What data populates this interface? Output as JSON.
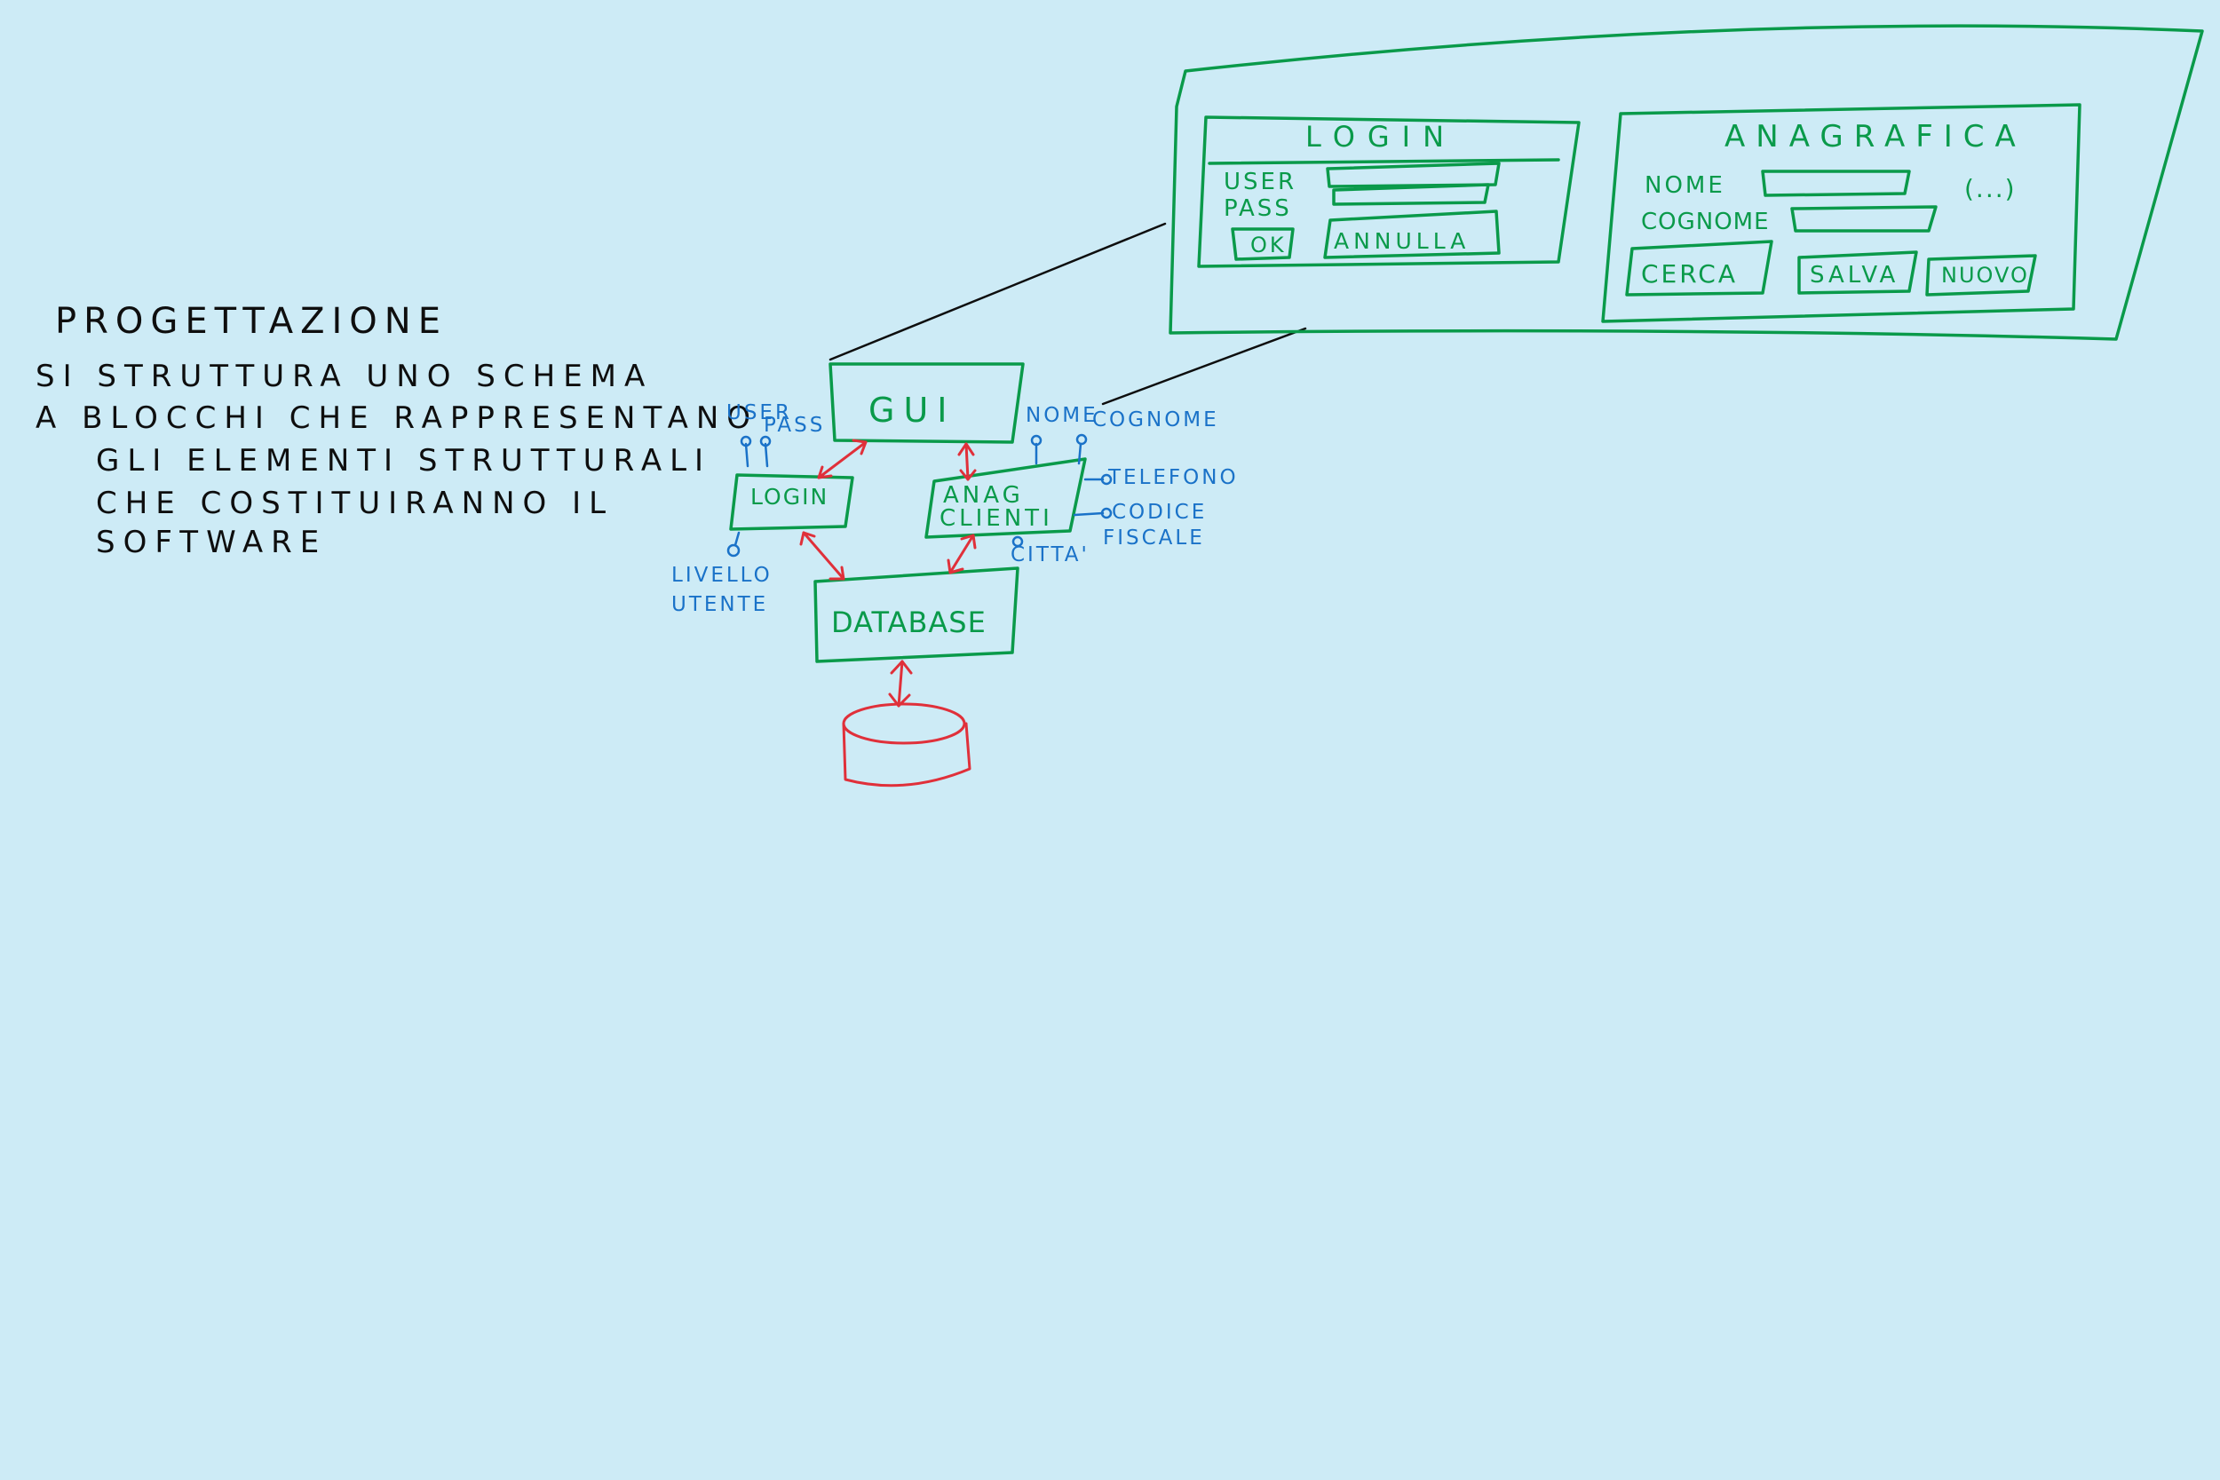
{
  "notes": {
    "title": "PROGETTAZIONE",
    "lines": [
      "SI STRUTTURA UNO SCHEMA",
      "A BLOCCHI CHE RAPPRESENTANO",
      "GLI ELEMENTI STRUTTURALI",
      "CHE COSTITUIRANNO IL",
      "SOFTWARE"
    ]
  },
  "blocks": {
    "gui": "GUI",
    "login": "LOGIN",
    "anag_line1": "ANAG",
    "anag_line2": "CLIENTI",
    "database": "DATABASE"
  },
  "fields": {
    "user": "USER",
    "pass": "PASS",
    "livello_line1": "LIVELLO",
    "livello_line2": "UTENTE",
    "nome": "NOME",
    "cognome": "COGNOME",
    "telefono": "TELEFONO",
    "codice_line1": "CODICE",
    "codice_line2": "FISCALE",
    "citta": "CITTA'"
  },
  "mockup": {
    "login_panel": {
      "title": "LOGIN",
      "user_label": "USER",
      "pass_label": "PASS",
      "ok_button": "OK",
      "cancel_button": "ANNULLA"
    },
    "anagrafica_panel": {
      "title": "ANAGRAFICA",
      "nome_label": "NOME",
      "cognome_label": "COGNOME",
      "more": "(...)",
      "search_button": "CERCA",
      "save_button": "SALVA",
      "new_button": "NUOVO"
    }
  },
  "colors": {
    "background": "#cdebf6",
    "green_ink": "#0a9a4a",
    "blue_ink": "#1a72c8",
    "red_ink": "#e0303a",
    "black_ink": "#0e0e0e"
  }
}
